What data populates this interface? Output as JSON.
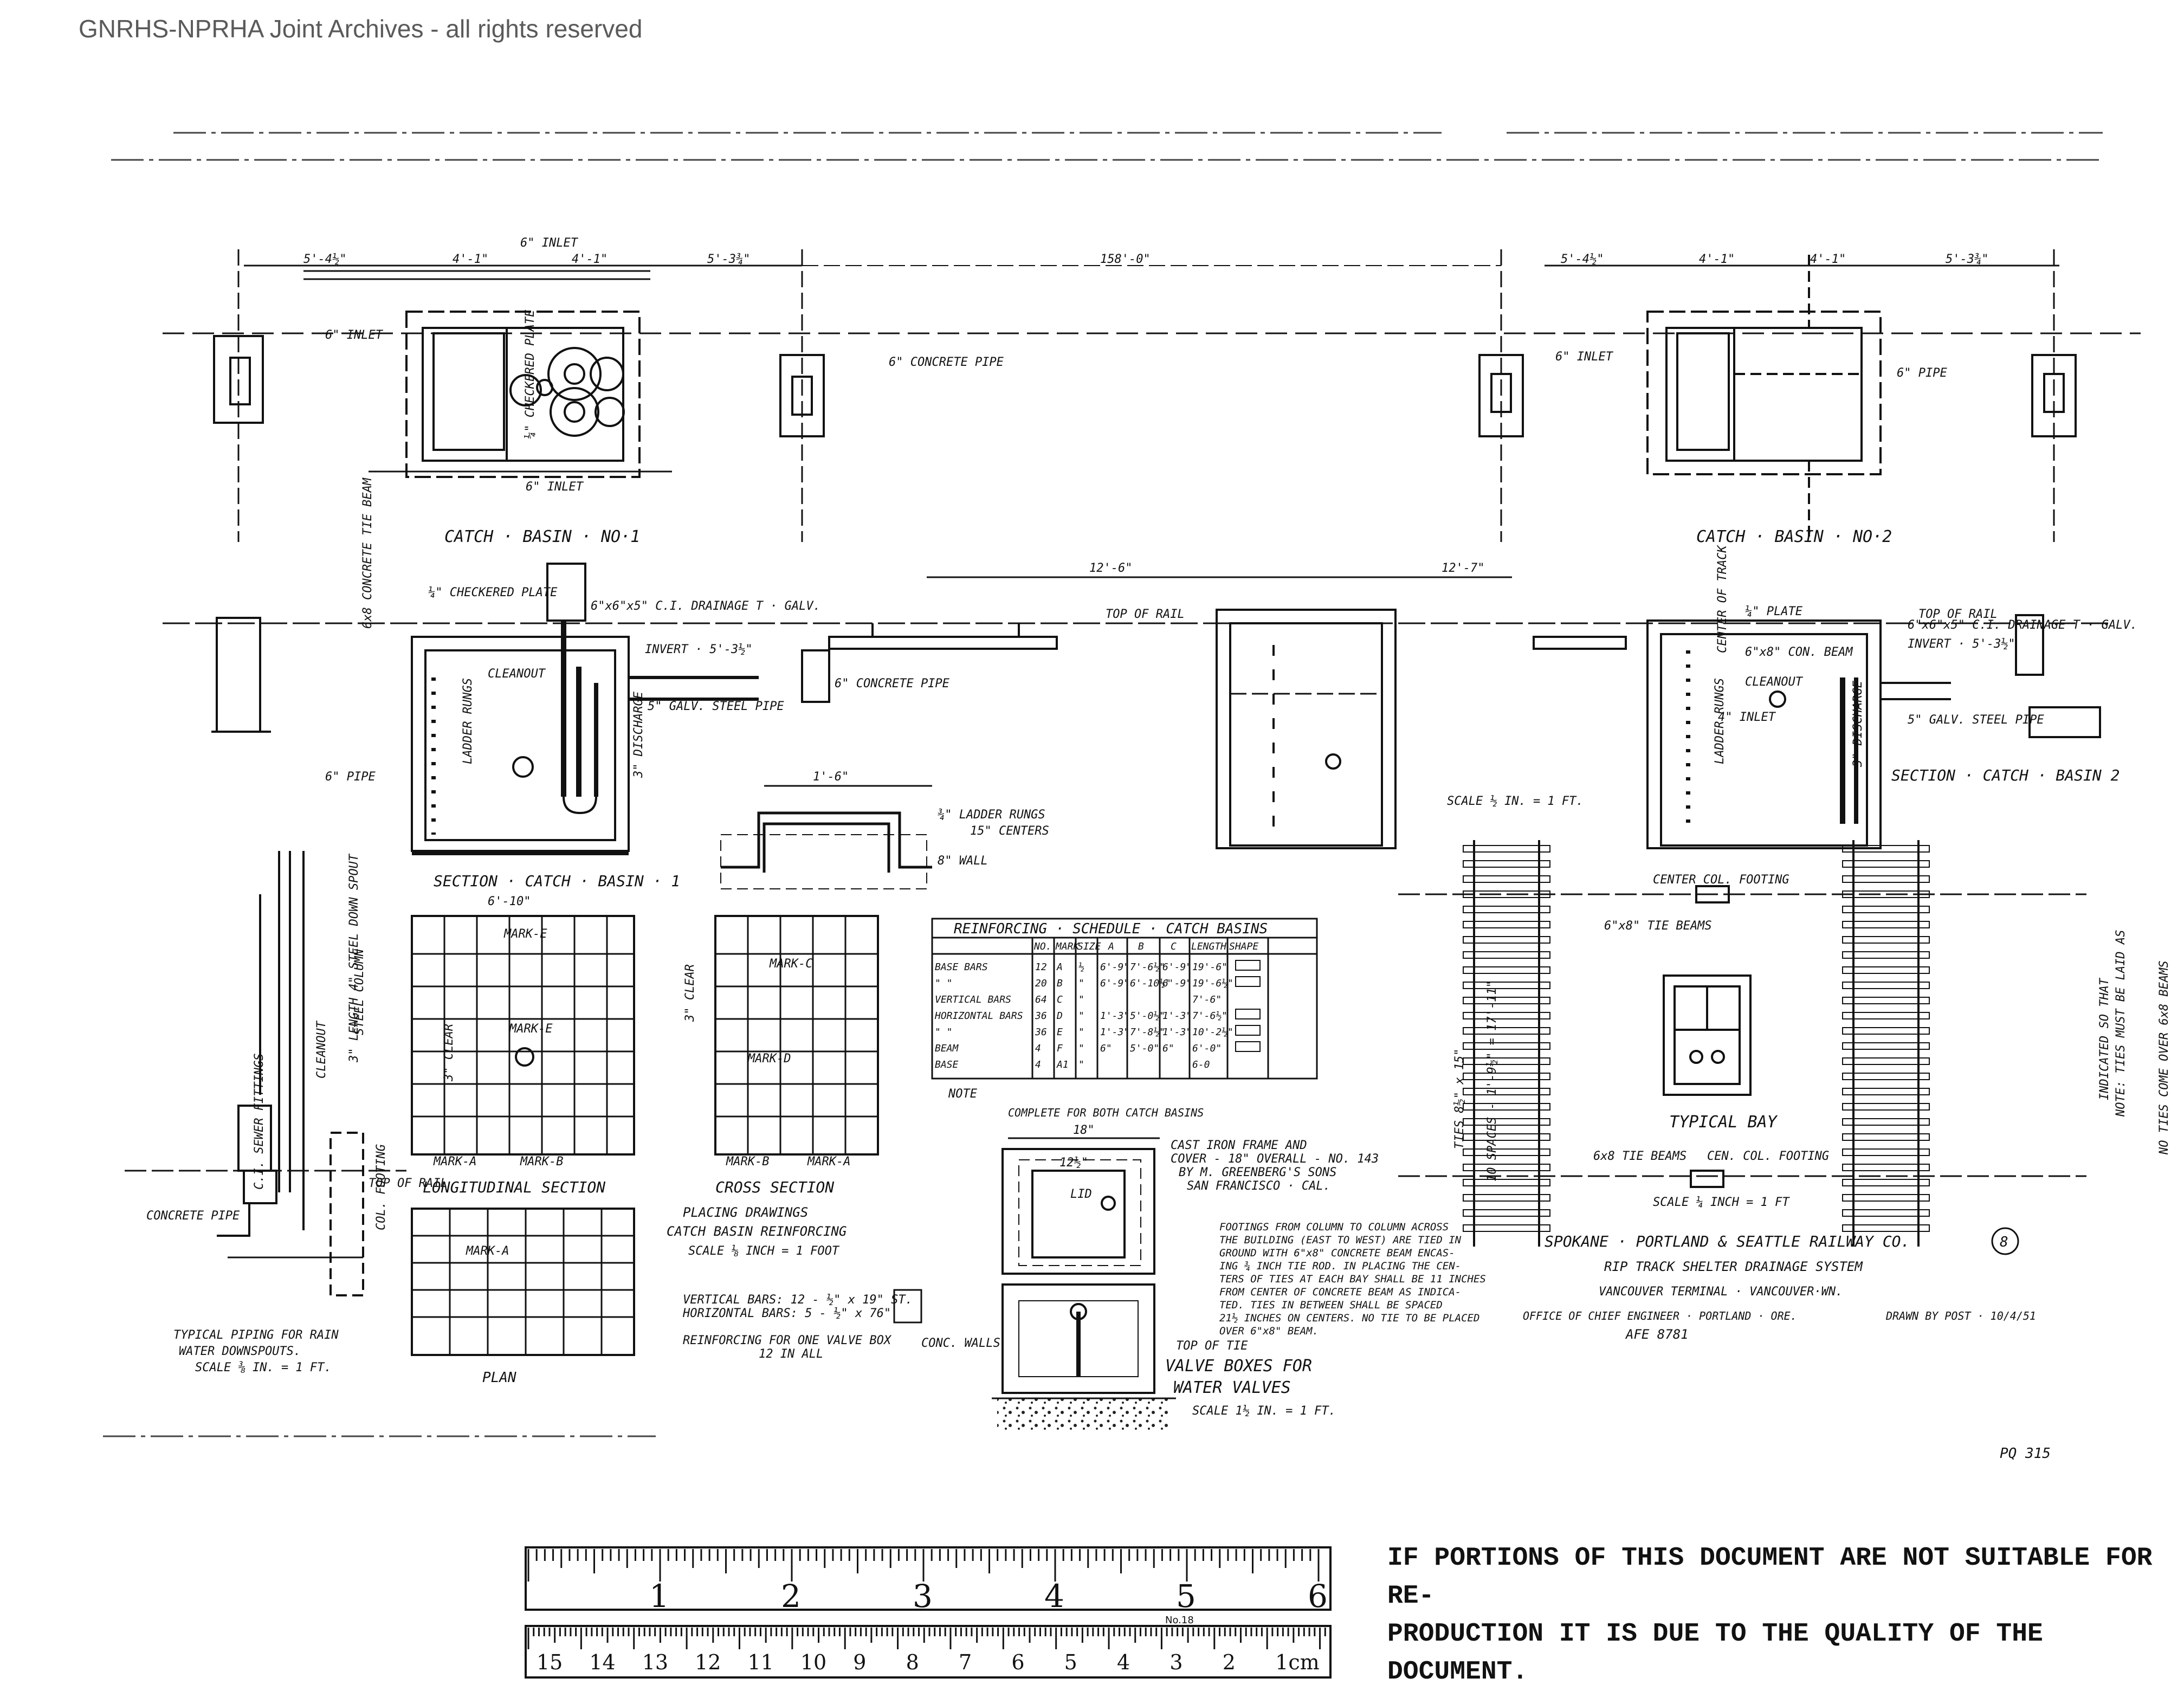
{
  "watermark": "GNRHS-NPRHA Joint Archives - all rights reserved",
  "notice": {
    "line1": "IF PORTIONS OF THIS DOCUMENT ARE NOT SUITABLE FOR RE-",
    "line2": "PRODUCTION IT IS DUE TO THE QUALITY OF THE DOCUMENT."
  },
  "title_block": {
    "company": "SPOKANE · PORTLAND & SEATTLE RAILWAY CO.",
    "sheet_no": "8",
    "project": "RIP TRACK SHELTER DRAINAGE SYSTEM",
    "location": "VANCOUVER TERMINAL · VANCOUVER·WN.",
    "office": "OFFICE OF CHIEF ENGINEER · PORTLAND · ORE.",
    "drawn": "DRAWN BY POST · 10/4/51",
    "afe": "AFE 8781",
    "drawing_no": "PQ 315"
  },
  "plan_top": {
    "dims": [
      "5'-4½\"",
      "4'-1\"",
      "4'-1\"",
      "5'-3¾\"",
      "158'-0\"",
      "5'-4½\"",
      "4'-1\"",
      "4'-1\"",
      "5'-3¾\""
    ],
    "inlet_6": "6\" INLET",
    "concrete_pipe": "6\" CONCRETE PIPE",
    "pipe_6": "6\" PIPE",
    "inlet_4": "4\" INLET",
    "checkered_plate": "¼\" CHECKERED PLATE",
    "tie_beam": "6x8 CONCRETE TIE BEAM",
    "cb1_label": "CATCH · BASIN · NO·1",
    "cb2_label": "CATCH · BASIN · NO·2",
    "center_of_track": "CENTER OF TRACK"
  },
  "section_middle": {
    "dim_left": "12'-6\"",
    "dim_right": "12'-7\"",
    "top_of_rail": "TOP OF RAIL",
    "cb1_title": "SECTION · CATCH · BASIN · 1",
    "cb2_title": "SECTION · CATCH · BASIN 2",
    "scale": "SCALE ½ IN. = 1 FT.",
    "drainage_t": "6\"x6\"x5\" C.I. DRAINAGE T · GALV.",
    "cleanout": "CLEANOUT",
    "invert": "INVERT · 5'-3½\"",
    "galv_steel_pipe": "5\" GALV. STEEL PIPE",
    "ladder_rungs": "LADDER RUNGS",
    "discharge": "3\" DISCHARGE",
    "width_cb1": "6'-10\"",
    "plate": "¼\" PLATE",
    "conc_beam": "6\"x8\" CON. BEAM"
  },
  "ladder_detail": {
    "width": "1'-6\"",
    "note_line1": "¾\" LADDER RUNGS",
    "note_line2": "15\" CENTERS",
    "wall": "8\" WALL"
  },
  "piping": {
    "cleanout": "CLEANOUT",
    "length": "3\" LENGTH 4\" STEEL DOWN SPOUT",
    "steel_column": "STEEL COLUMN",
    "fittings": "C.I. SEWER FITTINGS",
    "concrete_pipe": "CONCRETE PIPE",
    "footing": "COL. FOOTING",
    "top_of_rail": "TOP OF RAIL",
    "title_line1": "TYPICAL PIPING FOR RAIN",
    "title_line2": "WATER DOWNSPOUTS.",
    "scale": "SCALE ⅜ IN. = 1 FT."
  },
  "reinforcing": {
    "longitudinal": "LONGITUDINAL SECTION",
    "cross": "CROSS SECTION",
    "plan": "PLAN",
    "placing_line1": "PLACING DRAWINGS",
    "placing_line2": "CATCH BASIN REINFORCING",
    "scale": "SCALE ⅛ INCH = 1 FOOT",
    "clear": "3\" CLEAR",
    "mark_a": "MARK-A",
    "mark_b": "MARK-B",
    "mark_c": "MARK-C",
    "mark_d": "MARK-D",
    "mark_e": "MARK-E",
    "vertical_bars": "VERTICAL BARS: 12 - ½\" x 19\" ST.",
    "horizontal_bars": "HORIZONTAL BARS: 5 - ½\" x 76\"",
    "valve_box_line1": "REINFORCING FOR ONE VALVE BOX",
    "valve_box_line2": "12 IN ALL"
  },
  "schedule": {
    "title": "REINFORCING · SCHEDULE · CATCH BASINS",
    "columns": [
      "",
      "NO.",
      "MARK",
      "SIZE",
      "A",
      "B",
      "C",
      "LENGTH",
      "SHAPE"
    ],
    "rows": [
      [
        "BASE BARS",
        "12",
        "A",
        "½",
        "6'-9\"",
        "7'-6½\"",
        "6'-9\"",
        "19'-6\"",
        ""
      ],
      [
        "\"  \"",
        "20",
        "B",
        "\"",
        "6'-9\"",
        "6'-10½\"",
        "6'-9\"",
        "19'-6½\"",
        ""
      ],
      [
        "VERTICAL BARS",
        "64",
        "C",
        "\"",
        "",
        "",
        "",
        "7'-6\"",
        ""
      ],
      [
        "HORIZONTAL BARS",
        "36",
        "D",
        "\"",
        "1'-3\"",
        "5'-0½\"",
        "1'-3\"",
        "7'-6½\"",
        ""
      ],
      [
        "\"  \"",
        "36",
        "E",
        "\"",
        "1'-3\"",
        "7'-8½\"",
        "1'-3\"",
        "10'-2½\"",
        ""
      ],
      [
        "BEAM",
        "4",
        "F",
        "\"",
        "6\"",
        "5'-0\"",
        "6\"",
        "6'-0\"",
        ""
      ],
      [
        "BASE",
        "4",
        "A1",
        "\"",
        "",
        "",
        "",
        "6-0",
        ""
      ]
    ],
    "note": "NOTE",
    "complete": "COMPLETE FOR BOTH CATCH BASINS"
  },
  "valve_box": {
    "width": "18\"",
    "inner": "12½\"",
    "lid": "LID",
    "frame_line1": "CAST IRON FRAME AND",
    "frame_line2": "COVER - 18\" OVERALL - NO. 143",
    "frame_line3": "BY M. GREENBERG'S SONS",
    "frame_line4": "SAN FRANCISCO · CAL.",
    "conc_walls": "CONC. WALLS",
    "top_of_tie": "TOP OF TIE",
    "title_line1": "VALVE BOXES FOR",
    "title_line2": "WATER VALVES",
    "scale": "SCALE 1½ IN. = 1 FT."
  },
  "footing_note": [
    "FOOTINGS FROM COLUMN TO COLUMN ACROSS",
    "THE BUILDING (EAST TO WEST) ARE TIED IN",
    "GROUND WITH 6\"x8\" CONCRETE BEAM ENCAS-",
    "ING ¾ INCH TIE ROD. IN PLACING THE CEN-",
    "TERS OF TIES AT EACH BAY SHALL BE 11 INCHES",
    "FROM CENTER OF CONCRETE BEAM AS INDICA-",
    "TED. TIES IN BETWEEN SHALL BE SPACED",
    "21½ INCHES ON CENTERS. NO TIE TO BE PLACED",
    "OVER 6\"x8\" BEAM."
  ],
  "typical_bay": {
    "title": "TYPICAL BAY",
    "scale": "SCALE ¼ INCH = 1 FT",
    "center_footing": "CENTER COL. FOOTING",
    "tie_beams_top": "6\"x8\" TIE BEAMS",
    "tie_beams_bottom": "6x8 TIE BEAMS",
    "col_footing": "CEN. COL. FOOTING",
    "spaces": "10 SPACES - 1'-9½\" = 17'-11\"",
    "ties": "TIES 8½\" x 15\"",
    "note_line1": "NOTE: TIES MUST BE LAID AS",
    "note_line2": "INDICATED SO THAT",
    "note_line3": "NO TIES COME OVER 6x8 BEAMS"
  },
  "ruler": {
    "inch_marks": [
      "1",
      "2",
      "3",
      "4",
      "5",
      "6"
    ],
    "cm_marks": [
      "15",
      "14",
      "13",
      "12",
      "11",
      "10",
      "9",
      "8",
      "7",
      "6",
      "5",
      "4",
      "3",
      "2",
      "1cm"
    ],
    "brand": "No.18"
  }
}
